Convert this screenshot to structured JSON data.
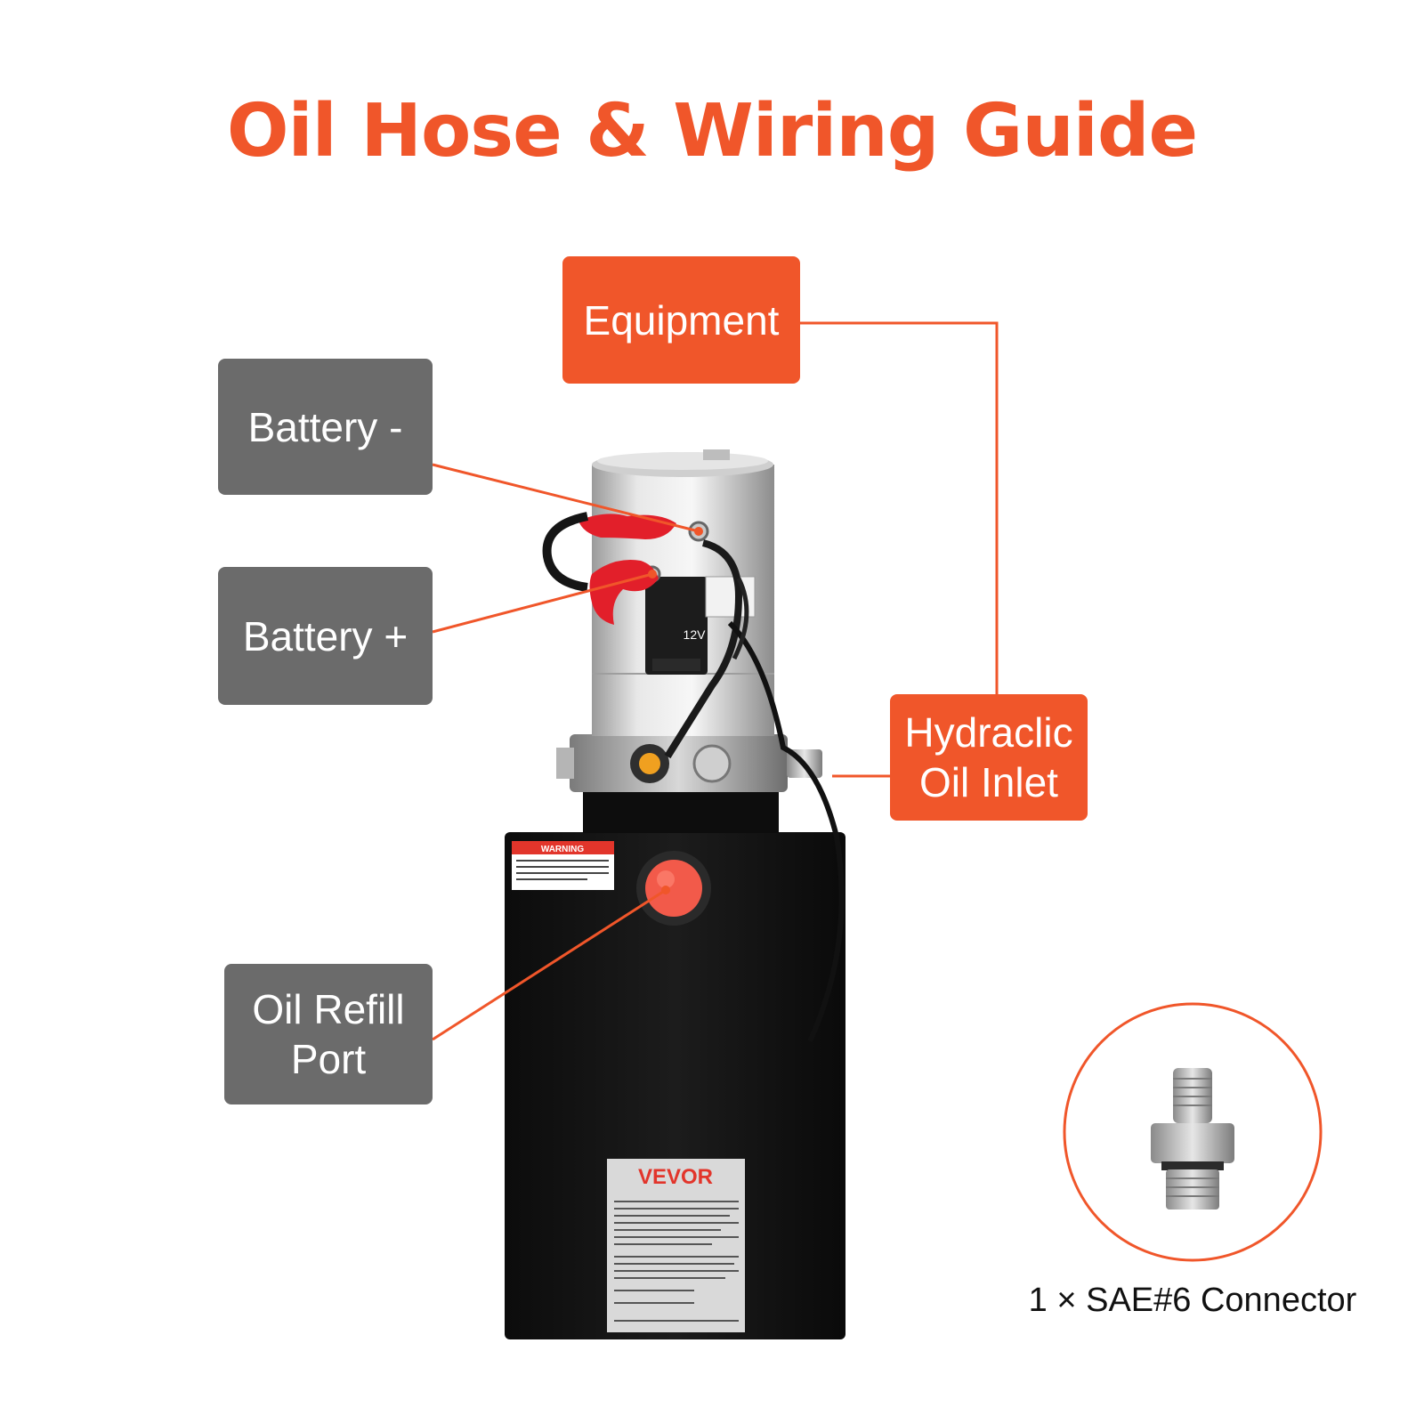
{
  "title": "Oil Hose & Wiring Guide",
  "labels": {
    "equipment": "Equipment",
    "battery_negative": "Battery -",
    "battery_positive": "Battery +",
    "hydraulic_inlet_line1": "Hydraclic",
    "hydraulic_inlet_line2": "Oil Inlet",
    "oil_refill_line1": "Oil Refill",
    "oil_refill_line2": "Port"
  },
  "connector_caption": "1 × SAE#6 Connector",
  "product": {
    "brand": "VEVOR",
    "warning_title": "WARNING",
    "motor_voltage": "12V"
  },
  "colors": {
    "accent": "#f0562a",
    "label_gray": "#6b6b6b",
    "tank": "#111111"
  }
}
